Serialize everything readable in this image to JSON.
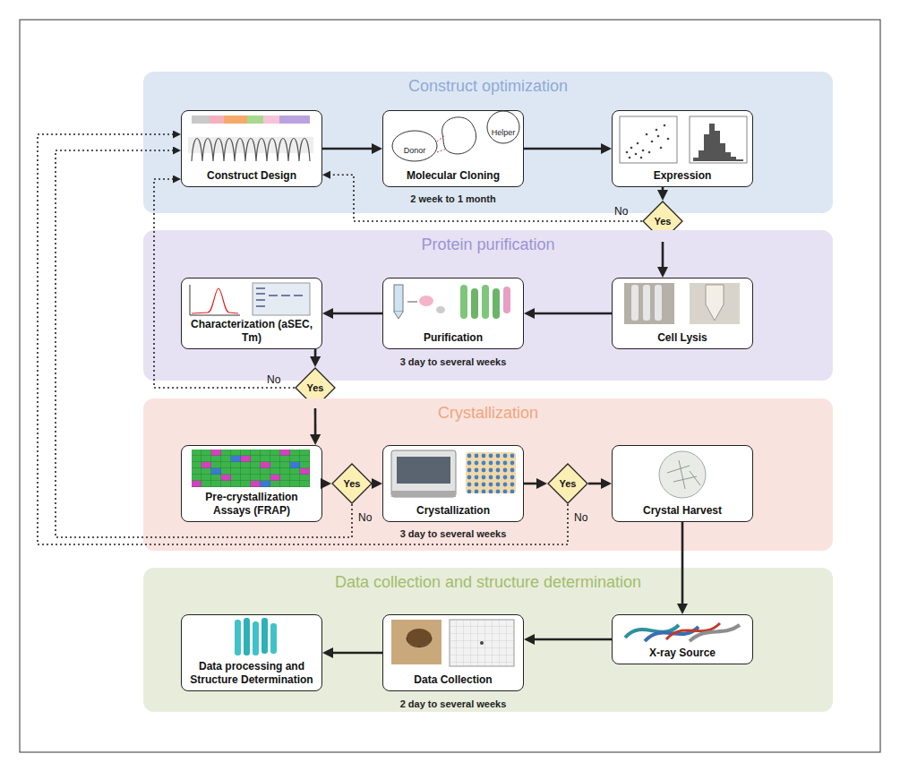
{
  "diagram": {
    "nodes": [
      {
        "text": [
          "Construct optimization"
        ]
      },
      {
        "text": [
          "Construct Design"
        ],
        "in": 0
      },
      {
        "text": [
          "Molecular Cloning"
        ],
        "in": 0
      },
      {
        "text": [
          "Expression"
        ],
        "in": 0
      },
      {
        "text": [
          "Yes"
        ]
      },
      {
        "text": [
          "Protein purification"
        ]
      },
      {
        "text": [
          "Characterization (aSEC, Tm)"
        ],
        "in": 5
      },
      {
        "text": [
          "Purification"
        ],
        "in": 5
      },
      {
        "text": [
          "Cell Lysis"
        ],
        "in": 5
      },
      {
        "text": [
          "Yes"
        ]
      },
      {
        "text": [
          "Crystallization"
        ]
      },
      {
        "text": [
          "Pre-crystallization Assays (FRAP)"
        ],
        "in": 10
      },
      {
        "text": [
          "Yes"
        ],
        "in": 10
      },
      {
        "text": [
          "Crystallization"
        ],
        "in": 10
      },
      {
        "text": [
          "Yes"
        ],
        "in": 10
      },
      {
        "text": [
          "Crystal Harvest"
        ],
        "in": 10
      },
      {
        "text": [
          "Data collection and structure determination"
        ]
      },
      {
        "text": [
          "Data processing and Structure Determination"
        ],
        "in": 16
      },
      {
        "text": [
          "Data Collection"
        ],
        "in": 16
      },
      {
        "text": [
          "X-ray Source"
        ],
        "in": 16
      }
    ],
    "edges": [
      {
        "from": 1,
        "to": 2,
        "arrow": "to"
      },
      {
        "from": 2,
        "to": 3,
        "arrow": "to"
      },
      {
        "from": 3,
        "to": 4,
        "arrow": "to"
      },
      {
        "from": 4,
        "to": 8,
        "arrow": "to"
      },
      {
        "from": 4,
        "to": 1,
        "label": "No",
        "arrow": "to"
      },
      {
        "from": 8,
        "to": 7,
        "arrow": "to"
      },
      {
        "from": 7,
        "to": 6,
        "arrow": "to"
      },
      {
        "from": 6,
        "to": 9,
        "arrow": "to"
      },
      {
        "from": 9,
        "to": 11,
        "arrow": "to"
      },
      {
        "from": 9,
        "to": 1,
        "label": "No",
        "arrow": "to"
      },
      {
        "from": 11,
        "to": 12,
        "arrow": "to"
      },
      {
        "from": 12,
        "to": 13,
        "arrow": "to"
      },
      {
        "from": 12,
        "to": 1,
        "label": "No",
        "arrow": "to"
      },
      {
        "from": 13,
        "to": 14,
        "arrow": "to"
      },
      {
        "from": 14,
        "to": 15,
        "arrow": "to"
      },
      {
        "from": 14,
        "to": 1,
        "label": "No",
        "arrow": "to"
      },
      {
        "from": 15,
        "to": 19,
        "arrow": "to"
      },
      {
        "from": 19,
        "to": 18,
        "arrow": "to"
      },
      {
        "from": 18,
        "to": 17,
        "arrow": "to"
      }
    ],
    "labels": [
      "Donor",
      "Helper",
      "2 week to 1 month",
      "3 day to several weeks",
      "3 day to several weeks",
      "2 day to several weeks"
    ]
  }
}
